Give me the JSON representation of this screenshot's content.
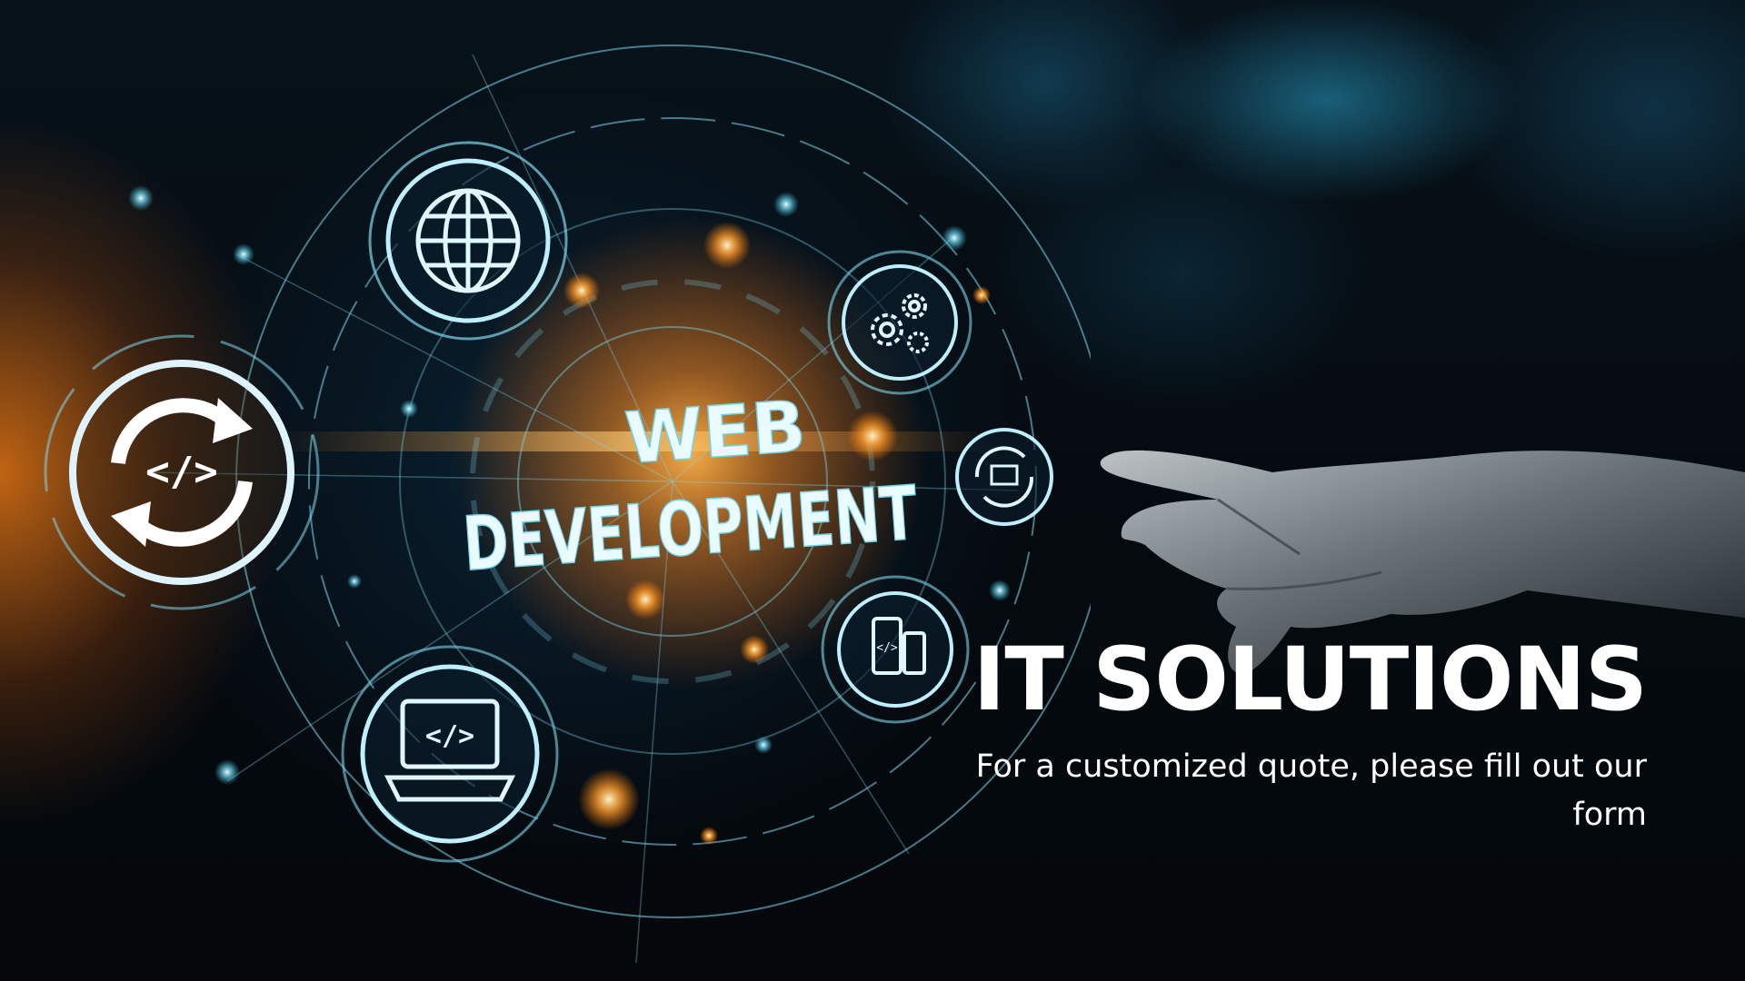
{
  "hero": {
    "headline": "IT SOLUTIONS",
    "subline": "For a customized quote, please fill out our form"
  },
  "graphic": {
    "center_text_line1": "WEB",
    "center_text_line2": "DEVELOPMENT",
    "icons": [
      "globe-icon",
      "code-refresh-icon",
      "laptop-code-icon",
      "gears-icon",
      "monitor-refresh-icon",
      "mobile-devices-icon"
    ],
    "colors": {
      "glow_orange": "#ff8a1e",
      "line_cyan": "#7fd6ea",
      "text_white": "#ffffff"
    }
  }
}
